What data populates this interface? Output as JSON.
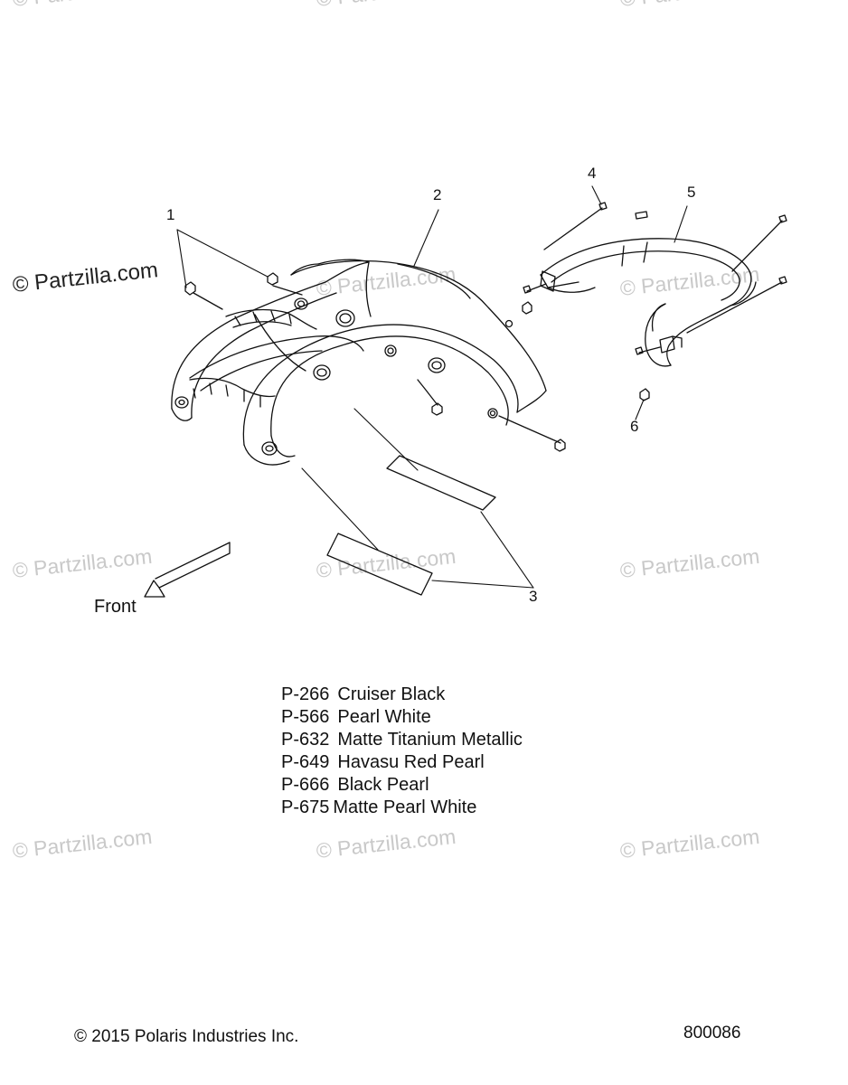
{
  "watermark": {
    "text": "© Partzilla.com",
    "primary_text": "© Partzilla.com"
  },
  "callouts": [
    "1",
    "2",
    "3",
    "4",
    "5",
    "6"
  ],
  "front_label": "Front",
  "color_legend": [
    {
      "code": "P-266",
      "name": "Cruiser Black"
    },
    {
      "code": "P-566",
      "name": "Pearl White"
    },
    {
      "code": "P-632",
      "name": "Matte Titanium Metallic"
    },
    {
      "code": "P-649",
      "name": "Havasu Red Pearl"
    },
    {
      "code": "P-666",
      "name": "Black Pearl"
    },
    {
      "code": "P-675",
      "name": "Matte Pearl White"
    }
  ],
  "copyright": "© 2015 Polaris Industries Inc.",
  "diagram_id": "800086"
}
